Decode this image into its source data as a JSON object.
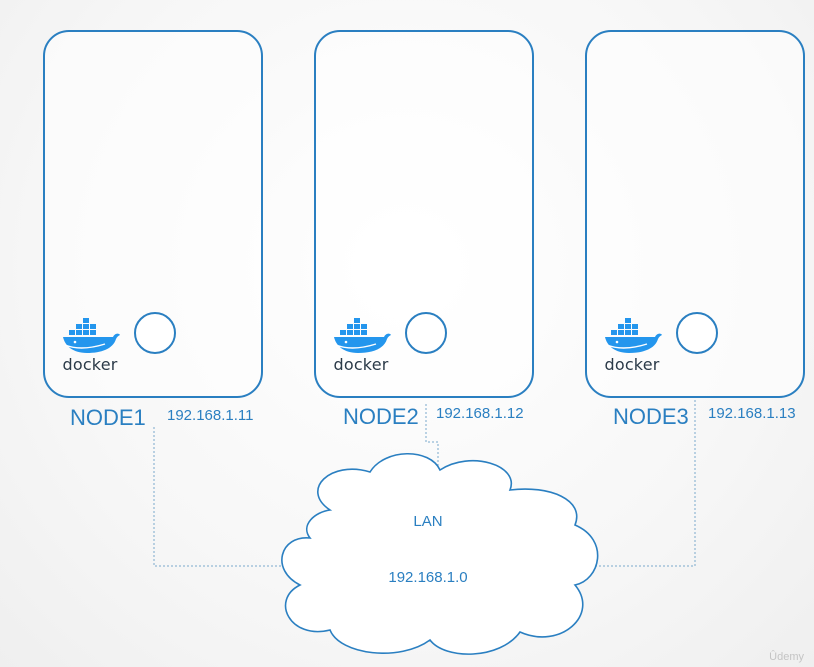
{
  "nodes": [
    {
      "name": "NODE1",
      "ip": "192.168.1.11",
      "runtime": "docker"
    },
    {
      "name": "NODE2",
      "ip": "192.168.1.12",
      "runtime": "docker"
    },
    {
      "name": "NODE3",
      "ip": "192.168.1.13",
      "runtime": "docker"
    }
  ],
  "network": {
    "name": "LAN",
    "subnet": "192.168.1.0"
  },
  "watermark": "Ûdemy",
  "colors": {
    "accent": "#2a7fc1",
    "docker_blue": "#2496ed",
    "docker_text": "#2b3a48"
  }
}
